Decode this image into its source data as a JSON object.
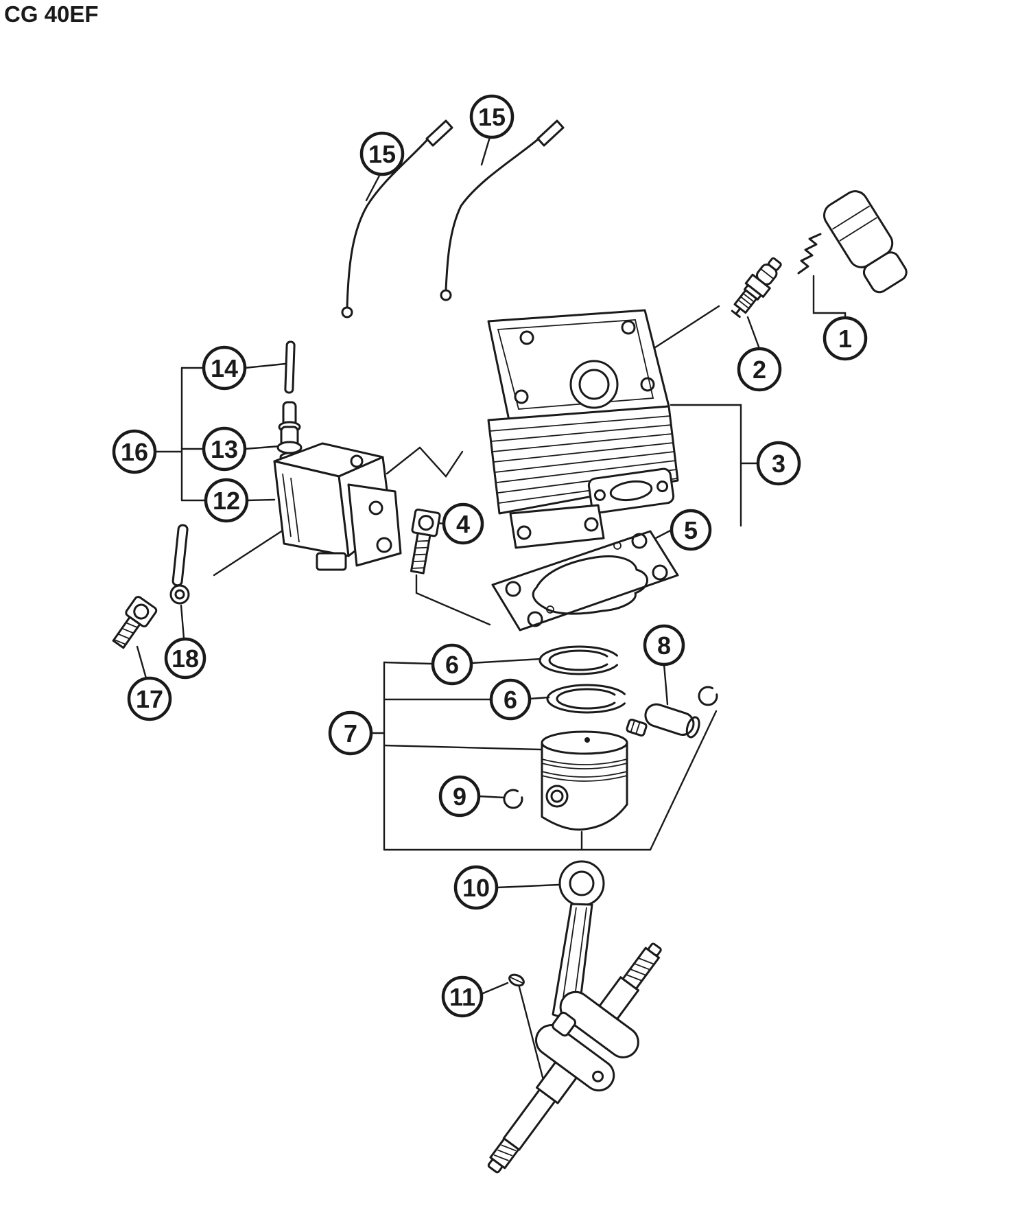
{
  "page": {
    "title": "CG 40EF"
  },
  "colors": {
    "ink": "#1a1a1a",
    "background": "#ffffff"
  },
  "diagram": {
    "type": "exploded-parts-diagram",
    "callouts": [
      {
        "label": "15",
        "name": "ignition-lead-left"
      },
      {
        "label": "15",
        "name": "ignition-lead-right"
      },
      {
        "label": "1",
        "name": "spark-plug-cap"
      },
      {
        "label": "2",
        "name": "spark-plug"
      },
      {
        "label": "14",
        "name": "coil-rod"
      },
      {
        "label": "16",
        "name": "ignition-coil-assembly"
      },
      {
        "label": "13",
        "name": "coil-terminal"
      },
      {
        "label": "12",
        "name": "ignition-coil"
      },
      {
        "label": "3",
        "name": "cylinder"
      },
      {
        "label": "4",
        "name": "cylinder-bolt"
      },
      {
        "label": "5",
        "name": "cylinder-gasket"
      },
      {
        "label": "6",
        "name": "piston-ring-top"
      },
      {
        "label": "6",
        "name": "piston-ring-bottom"
      },
      {
        "label": "8",
        "name": "piston-pin"
      },
      {
        "label": "7",
        "name": "piston-assembly"
      },
      {
        "label": "9",
        "name": "piston-circlip"
      },
      {
        "label": "17",
        "name": "coil-screw"
      },
      {
        "label": "18",
        "name": "terminal-eyelet"
      },
      {
        "label": "10",
        "name": "crankshaft"
      },
      {
        "label": "11",
        "name": "woodruff-key"
      }
    ]
  }
}
